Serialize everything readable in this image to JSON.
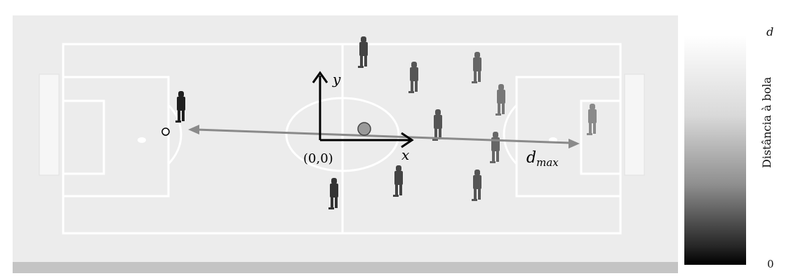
{
  "annotations": {
    "y_axis_label": "y",
    "x_axis_label": "x",
    "origin_label": "(0,0)",
    "dmax_main": "d",
    "dmax_sub": "max"
  },
  "colorbar": {
    "top_label": "d",
    "bottom_label": "0",
    "axis_label": "Distância à bola"
  },
  "colors": {
    "field": "#ececec",
    "lines": "#ffffff",
    "arrow_gray": "#8a8a8a",
    "axes": "#000000"
  }
}
